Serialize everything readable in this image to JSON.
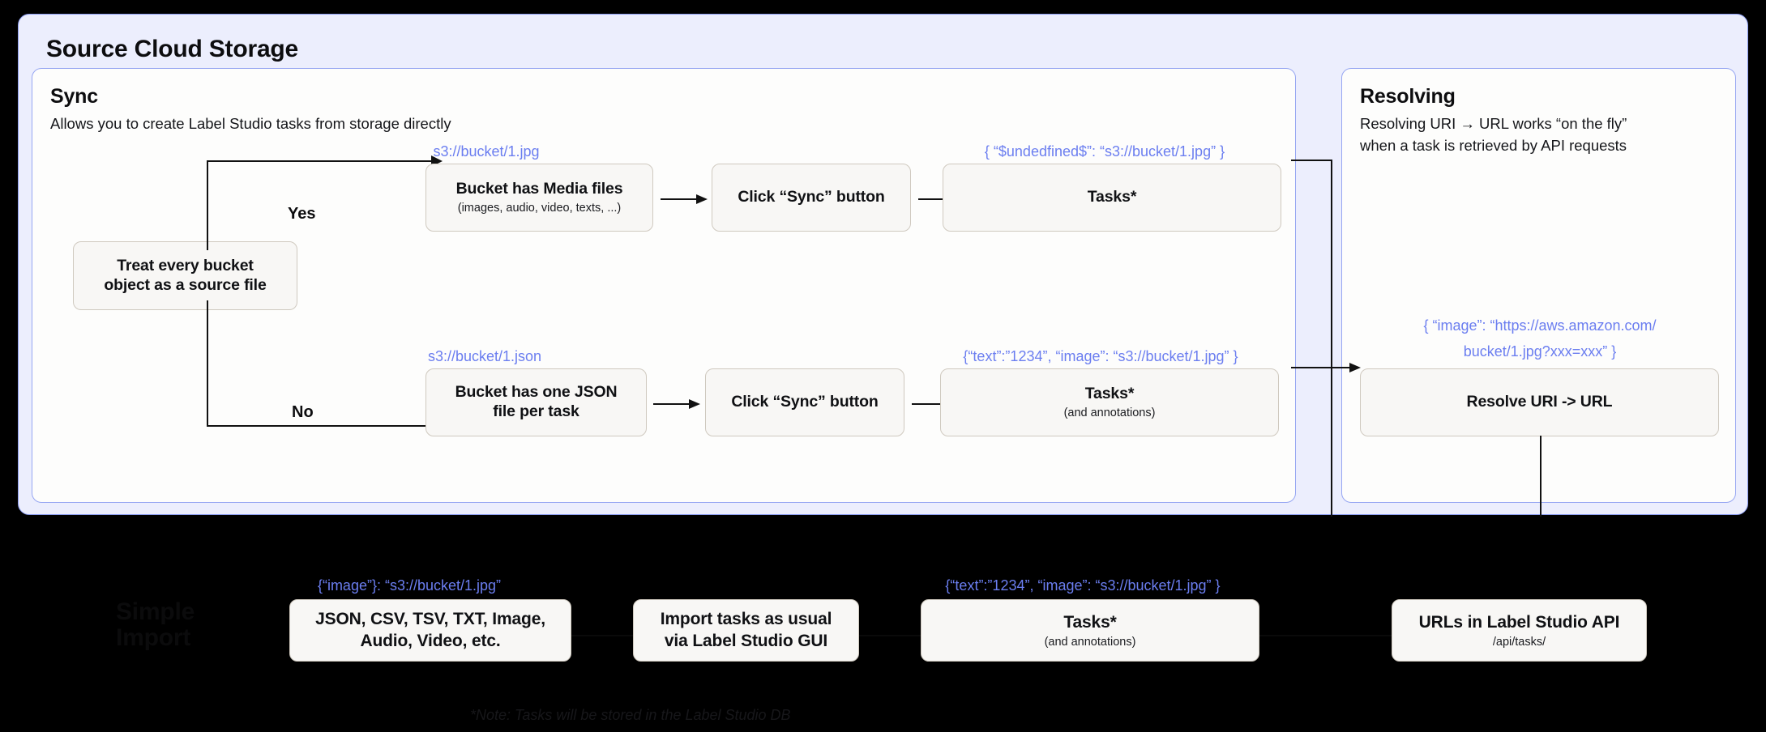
{
  "outer": {
    "title": "Source Cloud Storage"
  },
  "sync": {
    "heading": "Sync",
    "subheading": "Allows you to create Label Studio tasks from storage directly",
    "decision": "Treat every bucket\nobject as a source file",
    "decision_line1": "Treat every bucket",
    "decision_line2": "object as a source file",
    "yes_label": "Yes",
    "no_label": "No",
    "branch_media": {
      "uri_label": "s3://bucket/1.jpg",
      "node_title": "Bucket has Media files",
      "node_sub": "(images, audio, video, texts, ...)",
      "sync_button": "Click “Sync” button",
      "tasks_json": "{ “$undedfined$”: “s3://bucket/1.jpg” }",
      "tasks_title": "Tasks*"
    },
    "branch_json": {
      "uri_label": "s3://bucket/1.json",
      "node_title_line1": "Bucket has one JSON",
      "node_title_line2": "file per task",
      "sync_button": "Click “Sync” button",
      "tasks_json": "{“text”:”1234”,  “image”: “s3://bucket/1.jpg” }",
      "tasks_title": "Tasks*",
      "tasks_sub": "(and annotations)"
    }
  },
  "resolving": {
    "heading": "Resolving",
    "subheading_line1": "Resolving URI → URL works “on the fly”",
    "subheading_line2": "when a task is retrieved by API requests",
    "resolved_json_line1": "{ “image”: “https://aws.amazon.com/",
    "resolved_json_line2": "bucket/1.jpg?xxx=xxx” }",
    "resolve_node": "Resolve URI -> URL"
  },
  "simple_import": {
    "title_line1": "Simple",
    "title_line2": "Import",
    "formats_json": "{“image”}: “s3://bucket/1.jpg”",
    "formats_line1": "JSON, CSV, TSV, TXT, Image,",
    "formats_line2": "Audio, Video, etc.",
    "import_line1": "Import tasks as usual",
    "import_line2": "via Label Studio GUI",
    "tasks_json": "{“text”:”1234”,  “image”: “s3://bucket/1.jpg” }",
    "tasks_title": "Tasks*",
    "tasks_sub": "(and annotations)",
    "api_title": "URLs in Label Studio API",
    "api_sub": "/api/tasks/"
  },
  "footer": {
    "note": "*Note: Tasks will be stored in the Label Studio DB"
  },
  "colors": {
    "panel_bg": "#eceefd",
    "panel_border": "#8b9cf0",
    "card_bg": "#fdfdfc",
    "card_border": "#96a6f2",
    "node_bg": "#f8f7f5",
    "node_border": "#cfc9bf",
    "accent_blue": "#6b7ef0",
    "canvas_bg": "#000000"
  }
}
